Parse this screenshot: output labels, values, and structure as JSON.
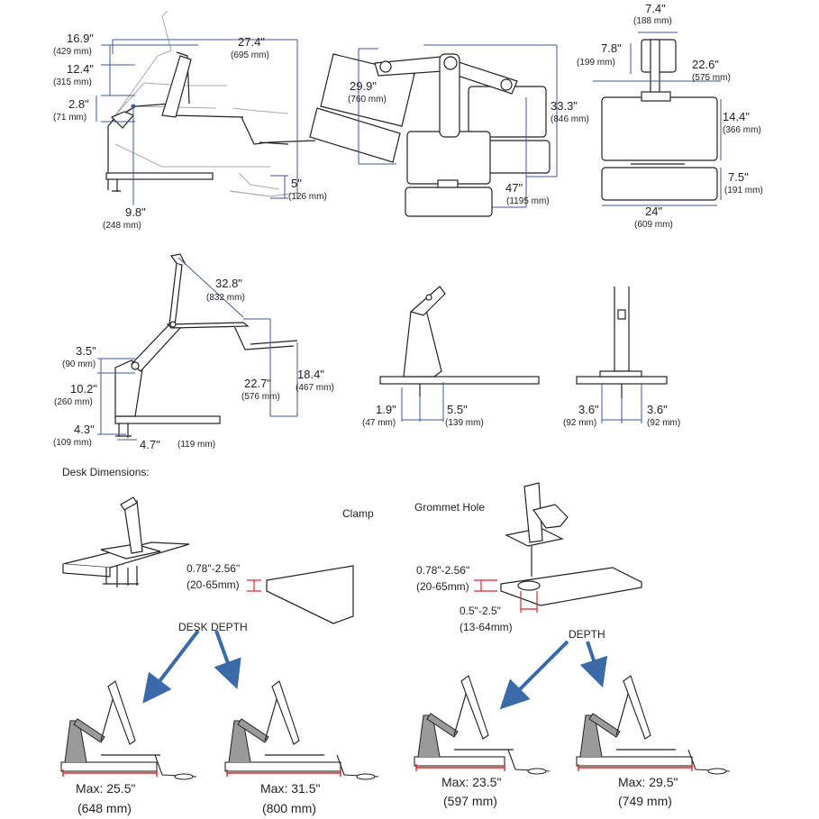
{
  "colors": {
    "dimension_line": "#3a5a96",
    "depth_line": "#e0222d",
    "arrow": "#3b6aa8",
    "outline": "#222222",
    "gray_part": "#9a9a9a"
  },
  "dims": {
    "d1": {
      "in": "16.9\"",
      "mm": "(429 mm)"
    },
    "d2": {
      "in": "12.4\"",
      "mm": "(315 mm)"
    },
    "d3": {
      "in": "2.8\"",
      "mm": "(71 mm)"
    },
    "d4": {
      "in": "27.4\"",
      "mm": "(695 mm)"
    },
    "d5": {
      "in": "5\"",
      "mm": "(126 mm)"
    },
    "d6": {
      "in": "9.8\"",
      "mm": "(248 mm)"
    },
    "d7": {
      "in": "29.9\"",
      "mm": "(760 mm)"
    },
    "d8": {
      "in": "33.3\"",
      "mm": "(846 mm)"
    },
    "d9": {
      "in": "47\"",
      "mm": "(1195 mm)"
    },
    "d10": {
      "in": "7.4\"",
      "mm": "(188 mm)"
    },
    "d11": {
      "in": "7.8\"",
      "mm": "(199 mm)"
    },
    "d12": {
      "in": "22.6\"",
      "mm": "(575 mm)"
    },
    "d13": {
      "in": "14.4\"",
      "mm": "(366 mm)"
    },
    "d14": {
      "in": "7.5\"",
      "mm": "(191 mm)"
    },
    "d15": {
      "in": "24\"",
      "mm": "(609 mm)"
    },
    "d16": {
      "in": "32.8\"",
      "mm": "(832 mm)"
    },
    "d17": {
      "in": "3.5\"",
      "mm": "(90 mm)"
    },
    "d18": {
      "in": "10.2\"",
      "mm": "(260 mm)"
    },
    "d19": {
      "in": "4.3\"",
      "mm": "(109 mm)"
    },
    "d20": {
      "in": "4.7\"",
      "mm": "(119 mm)"
    },
    "d21": {
      "in": "22.7\"",
      "mm": "(576 mm)"
    },
    "d22": {
      "in": "18.4\"",
      "mm": "(467 mm)"
    },
    "d23": {
      "in": "1.9\"",
      "mm": "(47 mm)"
    },
    "d24": {
      "in": "5.5\"",
      "mm": "(139 mm)"
    },
    "d25": {
      "in": "3.6\"",
      "mm": "(92 mm)"
    },
    "d26": {
      "in": "3.6\"",
      "mm": "(92 mm)"
    }
  },
  "desk": {
    "heading": "Desk Dimensions:",
    "clamp_label": "Clamp",
    "grommet_label": "Grommet Hole",
    "clamp_range": {
      "in": "0.78\"-2.56\"",
      "mm": "(20-65mm)"
    },
    "grommet_range": {
      "in": "0.78\"-2.56\"",
      "mm": "(20-65mm)"
    },
    "hole_range": {
      "in": "0.5\"-2.5\"",
      "mm": "(13-64mm)"
    }
  },
  "depth": {
    "desk_depth_label": "DESK DEPTH",
    "depth_label": "DEPTH",
    "items": [
      {
        "max": "Max: 25.5\"",
        "mm": "(648 mm)"
      },
      {
        "max": "Max: 31.5\"",
        "mm": "(800 mm)"
      },
      {
        "max": "Max: 23.5\"",
        "mm": "(597 mm)"
      },
      {
        "max": "Max: 29.5\"",
        "mm": "(749 mm)"
      }
    ]
  }
}
